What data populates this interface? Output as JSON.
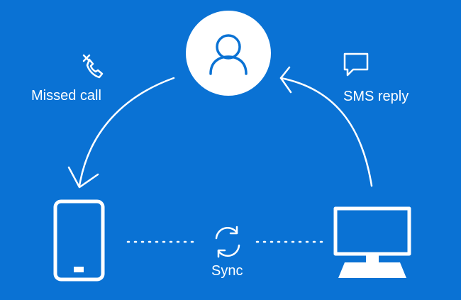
{
  "background_color": "#0a72d4",
  "foreground_color": "#ffffff",
  "labels": {
    "missed_call": "Missed call",
    "sms_reply": "SMS reply",
    "sync": "Sync"
  },
  "icons": {
    "contact": "person-icon",
    "missed_call": "missed-call-icon",
    "sms": "chat-bubble-icon",
    "phone": "phone-icon",
    "pc": "desktop-computer-icon",
    "sync": "sync-icon"
  }
}
